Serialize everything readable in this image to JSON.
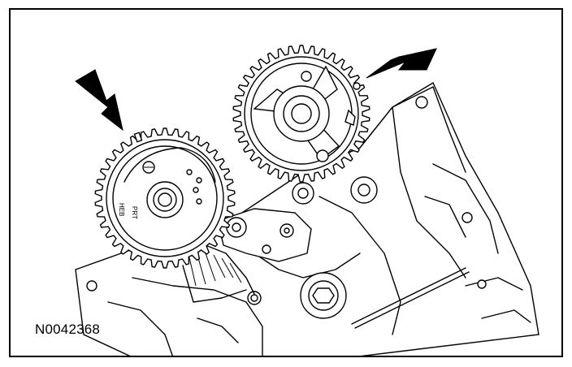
{
  "figure": {
    "id_label": "N0042368"
  },
  "sprocket_markings": [
    "PRT",
    "HEB"
  ],
  "colors": {
    "line": "#000000",
    "background": "#ffffff"
  },
  "icons": [
    "arrow-pointer-icon",
    "arrow-pointer-icon"
  ]
}
